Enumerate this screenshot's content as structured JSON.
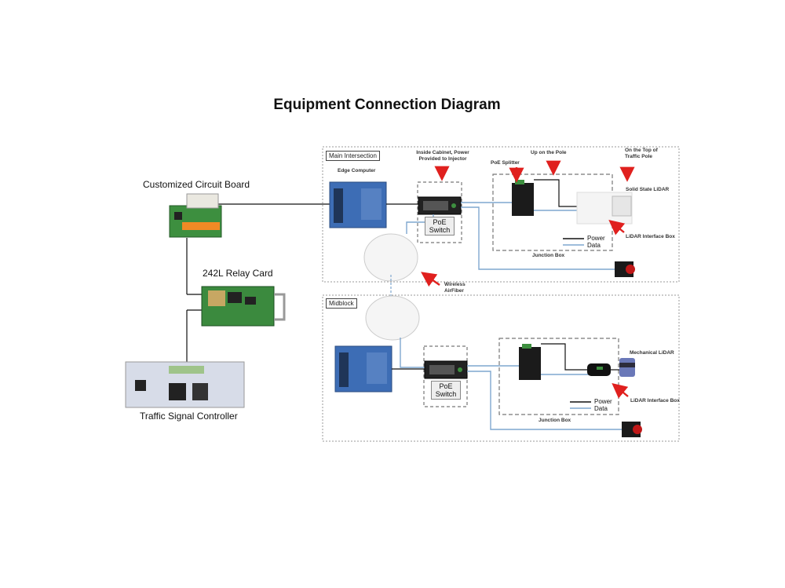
{
  "title": "Equipment Connection Diagram",
  "left": {
    "circuit_board": "Customized Circuit Board",
    "relay_card": "242L Relay Card",
    "signal_controller": "Traffic Signal Controller"
  },
  "main": {
    "section": "Main Intersection",
    "edge_computer": "Edge Computer",
    "cabinet_note_line1": "Inside Cabinet, Power",
    "cabinet_note_line2": "Provided to Injector",
    "poe_switch_line1": "PoE",
    "poe_switch_line2": "Switch",
    "poe_splitter": "PoE Splitter",
    "up_on_pole": "Up on the Pole",
    "top_pole_line1": "On the Top of",
    "top_pole_line2": "Traffic Pole",
    "solid_state_lidar": "Solid State LiDAR",
    "lidar_interface_box": "LiDAR Interface Box",
    "junction_box": "Junction Box",
    "wireless_line1": "Wireless",
    "wireless_line2": "AirFiber",
    "legend_power": "Power",
    "legend_data": "Data"
  },
  "midblock": {
    "section": "Midblock",
    "poe_switch_line1": "PoE",
    "poe_switch_line2": "Switch",
    "mechanical_lidar": "Mechanical LiDAR",
    "lidar_interface_box": "LiDAR Interface Box",
    "junction_box": "Junction Box",
    "legend_power": "Power",
    "legend_data": "Data"
  },
  "colors": {
    "power": "#111111",
    "data": "#7fa7cf",
    "arrow": "#e0201e",
    "device_blue": "#3d6db5",
    "board_green": "#3d8f3f"
  }
}
